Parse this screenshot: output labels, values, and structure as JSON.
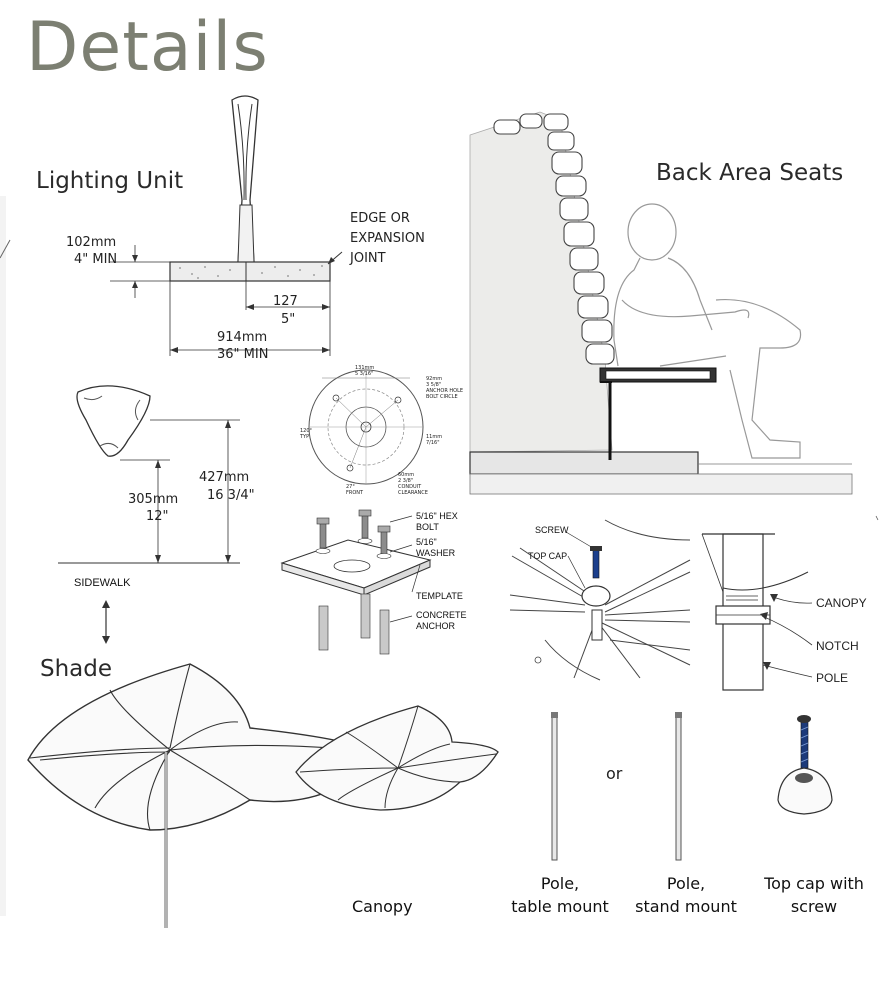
{
  "page_title": "Details",
  "sections": {
    "lighting": "Lighting Unit",
    "seats": "Back Area Seats",
    "shade": "Shade"
  },
  "lighting_unit": {
    "dim_height_mm": "102mm",
    "dim_height_in": "4\" MIN",
    "dim_offset_mm": "127",
    "dim_offset_in": "5\"",
    "dim_width_mm": "914mm",
    "dim_width_in": "36\" MIN",
    "edge_label_1": "EDGE OR",
    "edge_label_2": "EXPANSION",
    "edge_label_3": "JOINT"
  },
  "fixture": {
    "dim_total_mm": "427mm",
    "dim_total_in": "16 3/4\"",
    "dim_lower_mm": "305mm",
    "dim_lower_in": "12\"",
    "sidewalk": "SIDEWALK"
  },
  "bolt_template": {
    "top_dim": "131mm",
    "top_dim_in": "5 3/16\"",
    "anchor_1": "92mm",
    "anchor_2": "3 5/8\"",
    "anchor_3": "ANCHOR HOLE",
    "anchor_4": "BOLT CIRCLE",
    "hole_1": "11mm",
    "hole_2": "7/16\"",
    "conduit_1": "60mm",
    "conduit_2": "2 3/8\"",
    "conduit_3": "CONDUIT",
    "conduit_4": "CLEARANCE",
    "angle": "120°",
    "angle_2": "TYP",
    "front_1": "27°",
    "front_2": "FRONT",
    "bolt_1": "5/16\" HEX",
    "bolt_2": "BOLT",
    "washer_1": "5/16\"",
    "washer_2": "WASHER",
    "template": "TEMPLATE",
    "anchor_label_1": "CONCRETE",
    "anchor_label_2": "ANCHOR"
  },
  "shade_details": {
    "screw": "SCREW",
    "top_cap": "TOP CAP",
    "canopy": "CANOPY",
    "notch": "NOTCH",
    "pole": "POLE",
    "or": "or"
  },
  "captions": {
    "canopy": "Canopy",
    "pole_table_1": "Pole,",
    "pole_table_2": "table mount",
    "pole_stand_1": "Pole,",
    "pole_stand_2": "stand mount",
    "topcap_1": "Top cap with",
    "topcap_2": "screw"
  }
}
